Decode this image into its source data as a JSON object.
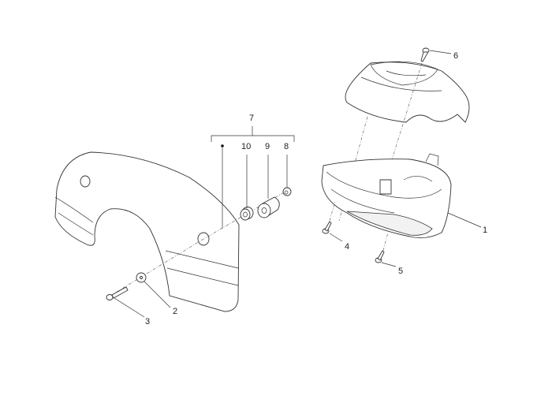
{
  "diagram": {
    "type": "exploded-parts-diagram",
    "group_label": "7",
    "callouts": [
      {
        "id": "1",
        "label": "1"
      },
      {
        "id": "2",
        "label": "2"
      },
      {
        "id": "3",
        "label": "3"
      },
      {
        "id": "4",
        "label": "4"
      },
      {
        "id": "5",
        "label": "5"
      },
      {
        "id": "6",
        "label": "6"
      },
      {
        "id": "7",
        "label": "7"
      },
      {
        "id": "8",
        "label": "8"
      },
      {
        "id": "9",
        "label": "9"
      },
      {
        "id": "10",
        "label": "10"
      }
    ],
    "group_members": [
      "10",
      "9",
      "8"
    ]
  }
}
